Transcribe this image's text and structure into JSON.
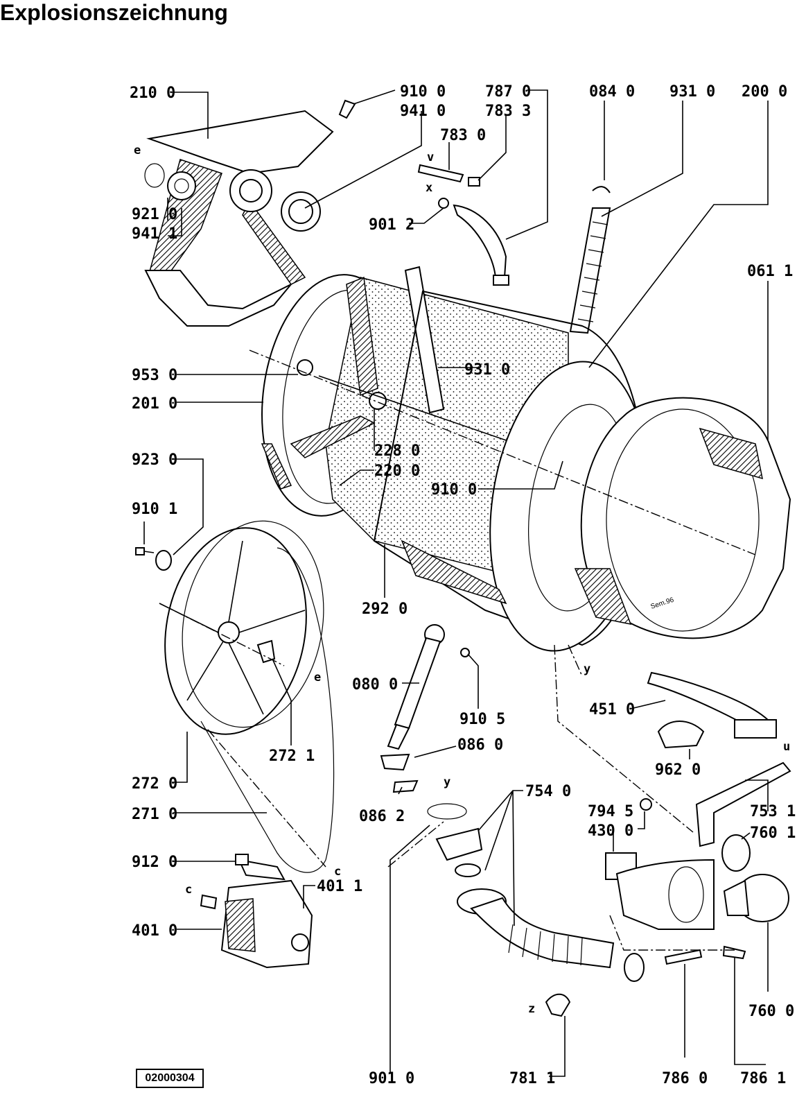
{
  "title": "Explosionszeichnung",
  "document_number": "02000304",
  "drawing_note": "Sem.96",
  "labels": {
    "l210_0": "210 0",
    "l910_0a": "910 0",
    "l941_0": "941 0",
    "l787_0": "787 0",
    "l783_3": "783 3",
    "l783_0": "783 0",
    "l084_0": "084 0",
    "l931_0a": "931 0",
    "l200_0": "200 0",
    "l921_0": "921 0",
    "l941_1": "941 1",
    "l901_2": "901 2",
    "l061_1": "061 1",
    "l953_0": "953 0",
    "l931_0b": "931 0",
    "l201_0": "201 0",
    "l228_0": "228 0",
    "l220_0": "220 0",
    "l923_0": "923 0",
    "l910_0b": "910 0",
    "l910_1": "910 1",
    "l292_0": "292 0",
    "l080_0": "080 0",
    "l910_5": "910 5",
    "l451_0": "451 0",
    "l086_0": "086 0",
    "l272_1": "272 1",
    "l962_0": "962 0",
    "l272_0": "272 0",
    "l086_2": "086 2",
    "l754_0": "754 0",
    "l794_5": "794 5",
    "l753_1": "753 1",
    "l271_0": "271 0",
    "l430_0": "430 0",
    "l760_1": "760 1",
    "l912_0": "912 0",
    "l401_1": "401 1",
    "l401_0": "401 0",
    "l760_0": "760 0",
    "l901_0": "901 0",
    "l781_1": "781 1",
    "l786_0": "786 0",
    "l786_1": "786 1"
  },
  "callout_letters": {
    "v": "v",
    "x": "x",
    "y1": "y",
    "y2": "y",
    "e1": "e",
    "e2": "e",
    "c1": "c",
    "c2": "c",
    "u": "u",
    "z": "z"
  }
}
